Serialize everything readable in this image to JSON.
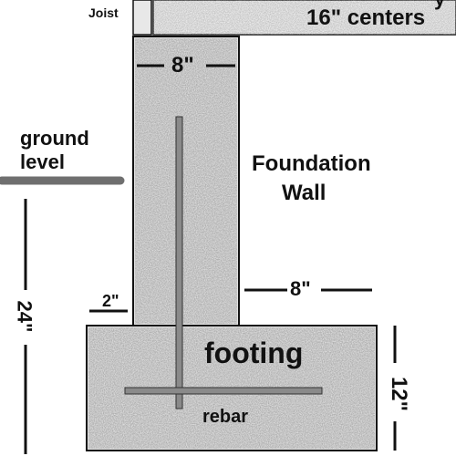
{
  "labels": {
    "joist": "Joist",
    "centers_cut": "y",
    "centers": "16\" centers",
    "wall_width": "8\"",
    "ground_line1": "ground",
    "ground_line2": "level",
    "foundation_line1": "Foundation",
    "foundation_line2": "Wall",
    "offset_right": "8\"",
    "offset_left": "2\"",
    "depth": "24\"",
    "footing": "footing",
    "rebar": "rebar",
    "footing_height": "12\""
  },
  "colors": {
    "concrete_fill": "#dcdcdc",
    "outline": "#111111",
    "rebar": "#7a7a7a",
    "ground": "#777777"
  }
}
